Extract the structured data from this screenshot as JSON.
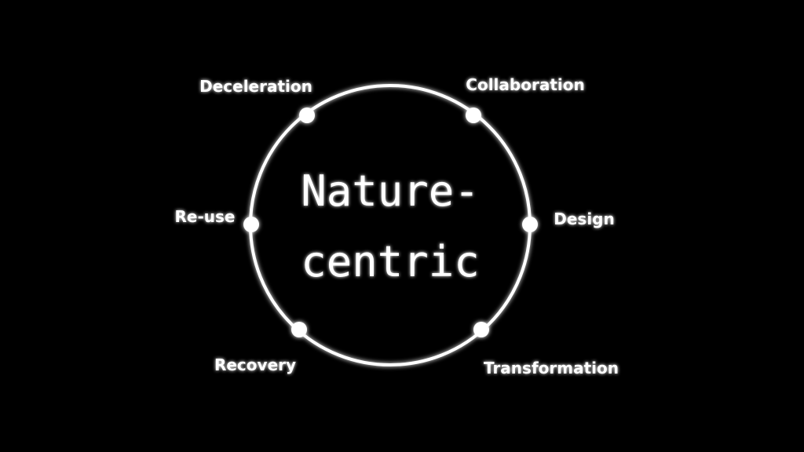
{
  "diagram": {
    "center": {
      "line1": "Nature-",
      "line2": "centric"
    },
    "nodes": [
      {
        "id": "deceleration",
        "label": "Deceleration"
      },
      {
        "id": "collaboration",
        "label": "Collaboration"
      },
      {
        "id": "re-use",
        "label": "Re-use"
      },
      {
        "id": "design",
        "label": "Design"
      },
      {
        "id": "recovery",
        "label": "Recovery"
      },
      {
        "id": "transformation",
        "label": "Transformation"
      }
    ],
    "colors": {
      "background": "#000000",
      "foreground": "#ffffff"
    }
  }
}
